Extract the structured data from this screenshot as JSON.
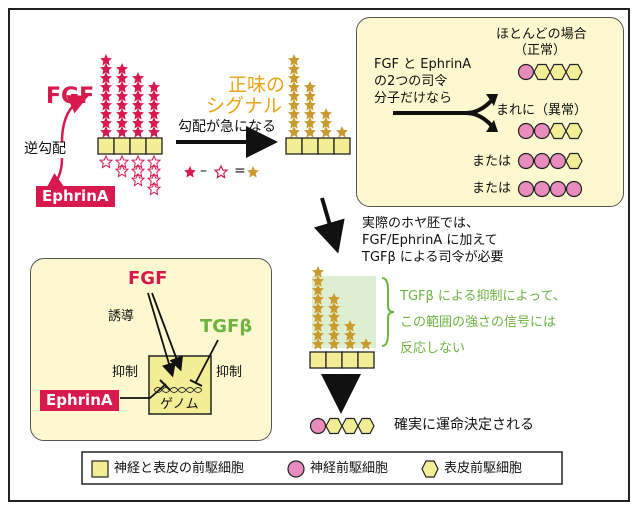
{
  "colors": {
    "red": "#d7194e",
    "gold": "#c99a2e",
    "orange": "#e8a417",
    "green": "#6db33f",
    "pink": "#e88bbd",
    "square": "#f3ee96",
    "panel": "#fdf8cf"
  },
  "left": {
    "fgf": "FGF",
    "reverse_gradient": "逆勾配",
    "ephrina": "EphrinA"
  },
  "arrow": {
    "steep": "勾配が急になる",
    "equation_minus": "–",
    "equation_equals": "="
  },
  "correct_signal": {
    "line1": "正味の",
    "line2": "シグナル"
  },
  "top_box": {
    "text1": "FGF と EphrinA",
    "text2": "の2つの司令",
    "text3": "分子だけなら",
    "normal_line1": "ほとんどの場合",
    "normal_line2": "（正常）",
    "rare": "まれに（異常）",
    "or1": "または",
    "or2": "または"
  },
  "middle": {
    "line1": "実際のホヤ胚では、",
    "line2": "FGF/EphrinA に加えて",
    "line3": "TGFβ による司令が必要"
  },
  "tgf_note": {
    "line1": "TGFβ による抑制によって、",
    "line2": "この範囲の強さの信号には",
    "line3": "反応しない"
  },
  "result": "確実に運命決定される",
  "genome_box": {
    "fgf": "FGF",
    "induce": "誘導",
    "tgfb": "TGFβ",
    "suppress_left": "抑制",
    "suppress_right": "抑制",
    "ephrina": "EphrinA",
    "genome": "ゲノム"
  },
  "legend": {
    "square": "神経と表皮の前駆細胞",
    "circle": "神経前駆細胞",
    "hexagon": "表皮前駆細胞"
  }
}
